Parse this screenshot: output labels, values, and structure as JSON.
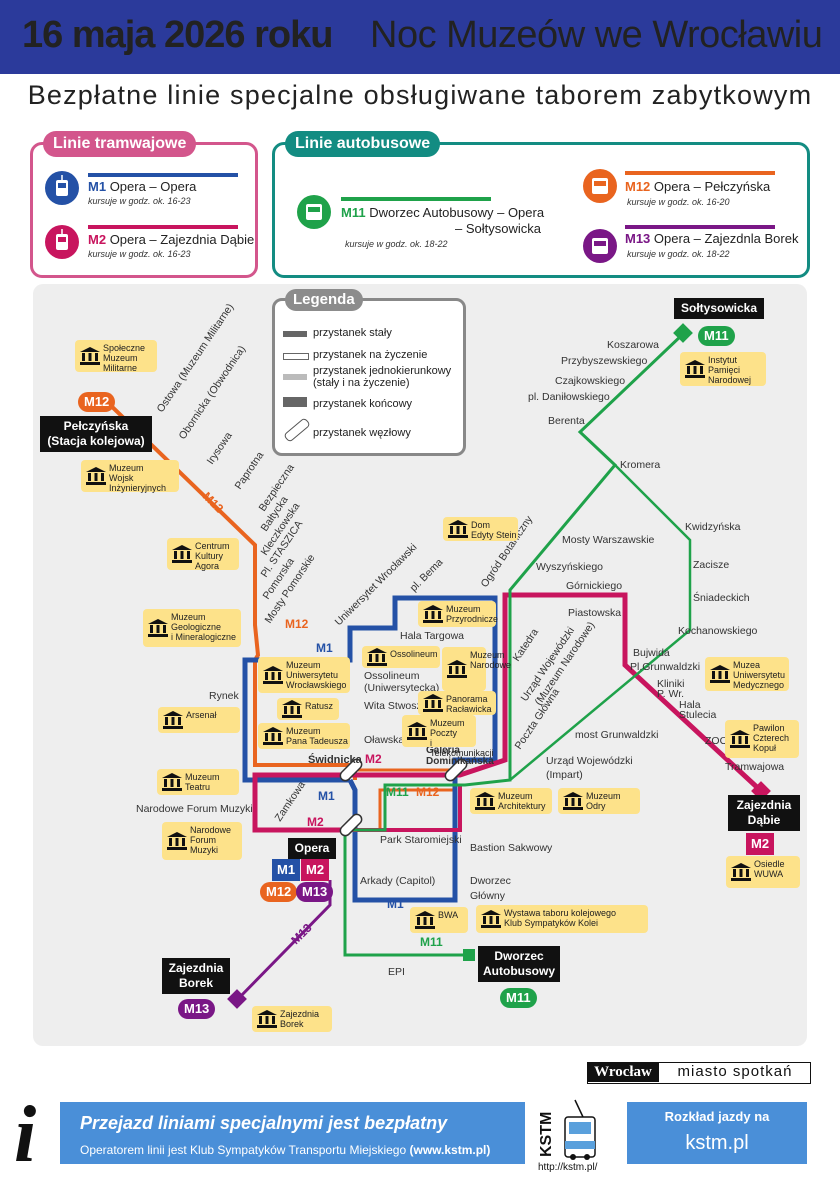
{
  "header": {
    "date": "16 maja 2026 roku",
    "event": "Noc Muzeów we Wrocławiu"
  },
  "subtitle": "Bezpłatne linie specjalne obsługiwane taborem zabytkowym",
  "colors": {
    "M1": "#2451a6",
    "M2": "#c8155e",
    "M11": "#1fa24a",
    "M12": "#e9641f",
    "M13": "#7a1786",
    "header": "#2b3a9b",
    "museum": "#fde28a",
    "footer": "#4a8fd8",
    "tram_panel": "#d3568c",
    "bus_panel": "#138c82"
  },
  "tram_panel": {
    "title": "Linie tramwajowe",
    "lines": [
      {
        "code": "M1",
        "route": "Opera – Opera",
        "hours": "kursuje w godz. ok. 16-23",
        "icon": "tram-icon"
      },
      {
        "code": "M2",
        "route": "Opera – Zajezdnia Dąbie",
        "hours": "kursuje w godz. ok. 16-23",
        "icon": "tram-icon"
      }
    ]
  },
  "bus_panel": {
    "title": "Linie autobusowe",
    "lines": [
      {
        "code": "M11",
        "route": "Dworzec Autobusowy – Opera",
        "route2": "– Sołtysowicka",
        "hours": "kursuje w godz. ok. 18-22",
        "icon": "bus-icon"
      },
      {
        "code": "M12",
        "route": "Opera – Pełczyńska",
        "hours": "kursuje w godz. ok. 16-20",
        "icon": "bus-icon"
      },
      {
        "code": "M13",
        "route": "Opera – Zajezdnla Borek",
        "hours": "kursuje w godz. ok. 18-22",
        "icon": "bus-icon"
      }
    ]
  },
  "legend": {
    "title": "Legenda",
    "items": [
      "przystanek stały",
      "przystanek na życzenie",
      "przystanek jednokierunkowy",
      "(stały i na życzenie)",
      "przystanek końcowy",
      "przystanek węzłowy"
    ]
  },
  "stops": {
    "M12": [
      "Ostowa (Muzeum Militarne)",
      "Obornicka (Obwodnica)",
      "Irysowa",
      "Paprotna",
      "Bezpieczna",
      "Bałtycka",
      "Kleczkowska",
      "Pl. STASZICA",
      "Pomorska",
      "Mosty Pomorskie"
    ],
    "M11_north": [
      "Koszarowa",
      "Przybyszewskiego",
      "Czajkowskiego",
      "pl. Daniłowskiego",
      "Berenta",
      "Kromera",
      "Kwidzyńska",
      "Zacisze",
      "Śniadeckich",
      "Kochanowskiego",
      "Mosty Warszawskie",
      "Wyszyńskiego",
      "Górnickiego",
      "Piastowska"
    ],
    "M2_east": [
      "Bujwida",
      "Pl.Grunwaldzki",
      "Kliniki",
      "P. Wr.",
      "Hala",
      "Stulecia",
      "ZOO",
      "Tramwajowa",
      "most Grunwaldzki",
      "Urząd Wojewódzki",
      "(Impart)",
      "Urząd Wojewódzki",
      "(Muzeum Narodowe)",
      "Poczta Główna",
      "Katedra",
      "Ogród Botaniczny",
      "pl. Bema",
      "Uniwersytet Wrocławski",
      "Hala Targowa"
    ],
    "centre": [
      "Ossolineum",
      "(Uniwersytecka)",
      "Wita Stwosza",
      "Oławska",
      "Świdnicka",
      "Galeria",
      "Dominikańska",
      "Rynek",
      "Zamkowa",
      "Narodowe Forum Muzyki",
      "Park Staromiejski",
      "Bastion Sakwowy",
      "Arkady (Capitol)",
      "Dworzec",
      "Główny",
      "EPI"
    ]
  },
  "terminals": [
    {
      "name": "Pełczyńska",
      "name2": "(Stacja kolejowa)",
      "line": "M12"
    },
    {
      "name": "Sołtysowicka",
      "line": "M11"
    },
    {
      "name": "Zajezdnia",
      "name2": "Dąbie",
      "line": "M2"
    },
    {
      "name": "Zajezdnia",
      "name2": "Borek",
      "line": "M13"
    },
    {
      "name": "Dworzec",
      "name2": "Autobusowy",
      "line": "M11"
    },
    {
      "name": "Opera",
      "lines": [
        "M1",
        "M2",
        "M12",
        "M13"
      ]
    }
  ],
  "museums": [
    {
      "id": "militarne",
      "lines": [
        "Społeczne",
        "Muzeum",
        "Militarne"
      ]
    },
    {
      "id": "wojsk",
      "lines": [
        "Muzeum",
        "Wojsk",
        "Inżynieryjnych"
      ]
    },
    {
      "id": "agora",
      "lines": [
        "Centrum",
        "Kultury",
        "Agora"
      ]
    },
    {
      "id": "geologiczne",
      "lines": [
        "Muzeum",
        "Geologiczne",
        "i Mineralogiczne"
      ]
    },
    {
      "id": "edyty-stein",
      "lines": [
        "Dom",
        "Edyty Stein"
      ]
    },
    {
      "id": "przyrodnicze",
      "lines": [
        "Muzeum",
        "Przyrodnicze"
      ]
    },
    {
      "id": "uniwersytetu",
      "lines": [
        "Muzeum",
        "Uniwersytetu",
        "Wrocławskiego"
      ]
    },
    {
      "id": "ossolineum",
      "lines": [
        "Ossolineum"
      ]
    },
    {
      "id": "narodowe",
      "lines": [
        "Muzeum",
        "Narodowe"
      ]
    },
    {
      "id": "panorama",
      "lines": [
        "Panorama",
        "Racławicka"
      ]
    },
    {
      "id": "ratusz",
      "lines": [
        "Ratusz"
      ]
    },
    {
      "id": "arsenal",
      "lines": [
        "Arsenał"
      ]
    },
    {
      "id": "pana-tadeusza",
      "lines": [
        "Muzeum",
        "Pana Tadeusza"
      ]
    },
    {
      "id": "poczty",
      "lines": [
        "Muzeum",
        "Poczty",
        "i Telekomunikacji"
      ]
    },
    {
      "id": "teatru",
      "lines": [
        "Muzeum",
        "Teatru"
      ]
    },
    {
      "id": "nfm",
      "lines": [
        "Narodowe",
        "Forum",
        "Muzyki"
      ]
    },
    {
      "id": "architektury",
      "lines": [
        "Muzeum",
        "Architektury"
      ]
    },
    {
      "id": "odry",
      "lines": [
        "Muzeum",
        "Odry"
      ]
    },
    {
      "id": "bwa",
      "lines": [
        "BWA"
      ]
    },
    {
      "id": "kolej",
      "lines": [
        "Wystawa taboru kolejowego",
        "Klub Sympatyków Kolei"
      ]
    },
    {
      "id": "ipn",
      "lines": [
        "Instytut",
        "Pamięci",
        "Narodowej"
      ]
    },
    {
      "id": "medycznego",
      "lines": [
        "Muzea",
        "Uniwersytetu",
        "Medycznego"
      ]
    },
    {
      "id": "koplu",
      "lines": [
        "Pawilon",
        "Czterech",
        "Kopuł"
      ]
    },
    {
      "id": "wuwa",
      "lines": [
        "Osiedle",
        "WUWA"
      ]
    },
    {
      "id": "borek",
      "lines": [
        "Zajezdnia",
        "Borek"
      ]
    }
  ],
  "footer": {
    "free": "Przejazd liniami specjalnymi jest bezpłatny",
    "operator": "Operatorem linii jest Klub Sympatyków Transportu Miejskiego",
    "operator_url": "(www.kstm.pl)",
    "timetable": "Rozkład jazdy na",
    "timetable_url": "kstm.pl",
    "kstm": "KSTM",
    "kstm_url": "http://kstm.pl/",
    "wroclaw_a": "Wrocław",
    "wroclaw_b": "miasto spotkań"
  }
}
